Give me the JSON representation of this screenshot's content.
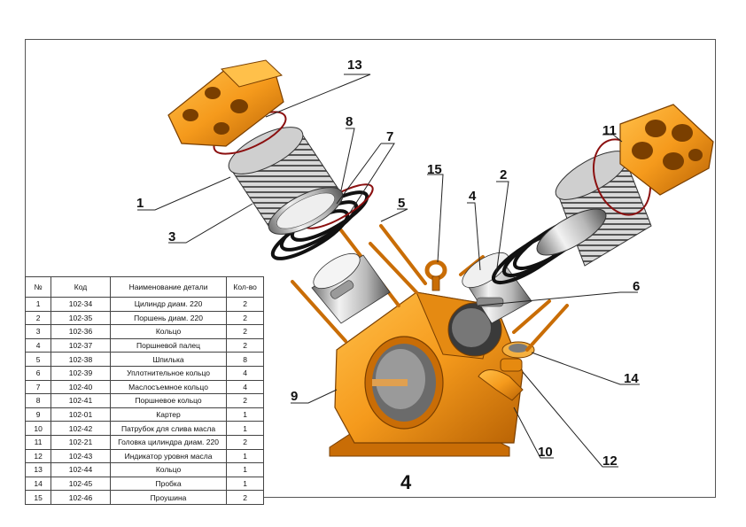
{
  "sheet_number": "4",
  "table": {
    "headers": [
      "№",
      "Код",
      "Наименование детали",
      "Кол-во"
    ],
    "rows": [
      [
        "1",
        "102-34",
        "Цилиндр диам. 220",
        "2"
      ],
      [
        "2",
        "102-35",
        "Поршень диам. 220",
        "2"
      ],
      [
        "3",
        "102-36",
        "Кольцо",
        "2"
      ],
      [
        "4",
        "102-37",
        "Поршневой палец",
        "2"
      ],
      [
        "5",
        "102-38",
        "Шпилька",
        "8"
      ],
      [
        "6",
        "102-39",
        "Уплотнительное кольцо",
        "4"
      ],
      [
        "7",
        "102-40",
        "Маслосъемное кольцо",
        "4"
      ],
      [
        "8",
        "102-41",
        "Поршневое кольцо",
        "2"
      ],
      [
        "9",
        "102-01",
        "Картер",
        "1"
      ],
      [
        "10",
        "102-42",
        "Патрубок для слива масла",
        "1"
      ],
      [
        "11",
        "102-21",
        "Головка цилиндра диам. 220",
        "2"
      ],
      [
        "12",
        "102-43",
        "Индикатор уровня масла",
        "1"
      ],
      [
        "13",
        "102-44",
        "Кольцо",
        "1"
      ],
      [
        "14",
        "102-45",
        "Пробка",
        "1"
      ],
      [
        "15",
        "102-46",
        "Проушина",
        "2"
      ]
    ]
  },
  "callouts": [
    "13",
    "8",
    "7",
    "1",
    "11",
    "15",
    "2",
    "4",
    "5",
    "3",
    "6",
    "9",
    "14",
    "10",
    "12"
  ],
  "colors": {
    "part_orange": "#f59a1c",
    "part_dark_orange": "#c96d06",
    "metal_light": "#e8e8e8",
    "metal_dark": "#8a8a8a",
    "ring": "#1a1a1a",
    "seal_red": "#8b1010"
  }
}
